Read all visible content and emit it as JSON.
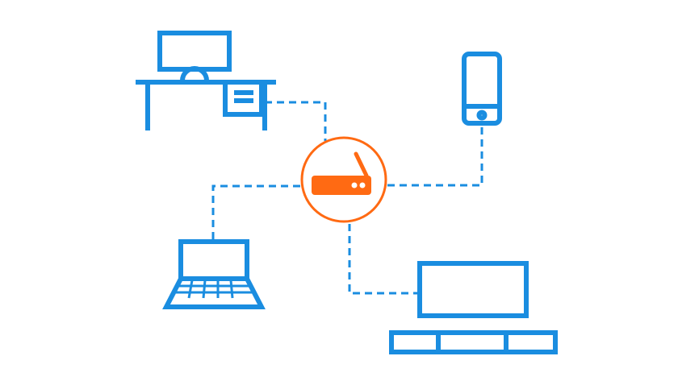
{
  "colors": {
    "device": "#1a8de0",
    "link": "#1a8de0",
    "router": "#ff6a13",
    "background": "#ffffff"
  },
  "hub": {
    "name": "router",
    "icon": "router-icon"
  },
  "devices": [
    {
      "name": "desktop-computer",
      "icon": "desktop-workstation-icon"
    },
    {
      "name": "smartphone",
      "icon": "smartphone-icon"
    },
    {
      "name": "laptop",
      "icon": "laptop-icon"
    },
    {
      "name": "tv",
      "icon": "tv-soundbar-icon"
    }
  ],
  "links": [
    {
      "from": "router",
      "to": "desktop-computer",
      "style": "dashed"
    },
    {
      "from": "router",
      "to": "smartphone",
      "style": "dashed"
    },
    {
      "from": "router",
      "to": "laptop",
      "style": "dashed"
    },
    {
      "from": "router",
      "to": "tv",
      "style": "dashed"
    }
  ]
}
